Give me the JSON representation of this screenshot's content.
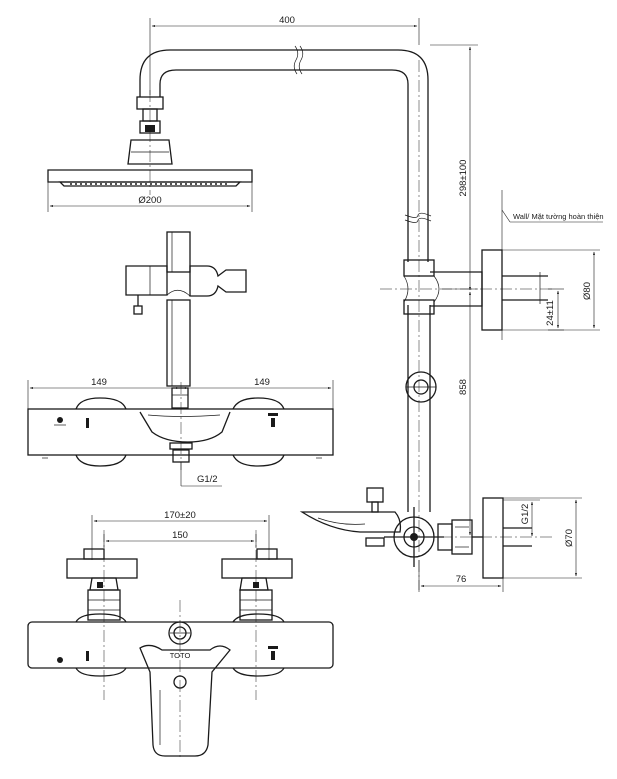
{
  "dimensions": {
    "riser_width": "400",
    "head_diameter": "Ø200",
    "riser_height": "298±100",
    "wall_plate_diameter": "Ø80",
    "bracket_offset": "24±11",
    "body_half_left": "149",
    "body_half_right": "149",
    "outlet_thread": "G1/2",
    "mixer_height": "858",
    "inlet_thread": "G1/2",
    "inlet_diameter": "Ø70",
    "wall_offset": "76",
    "center_distance": "170±20",
    "center_distance_nominal": "150"
  },
  "annotations": {
    "wall_label": "Wall/ Mặt tường hoàn thiện",
    "brand_mark": "TOTO"
  }
}
